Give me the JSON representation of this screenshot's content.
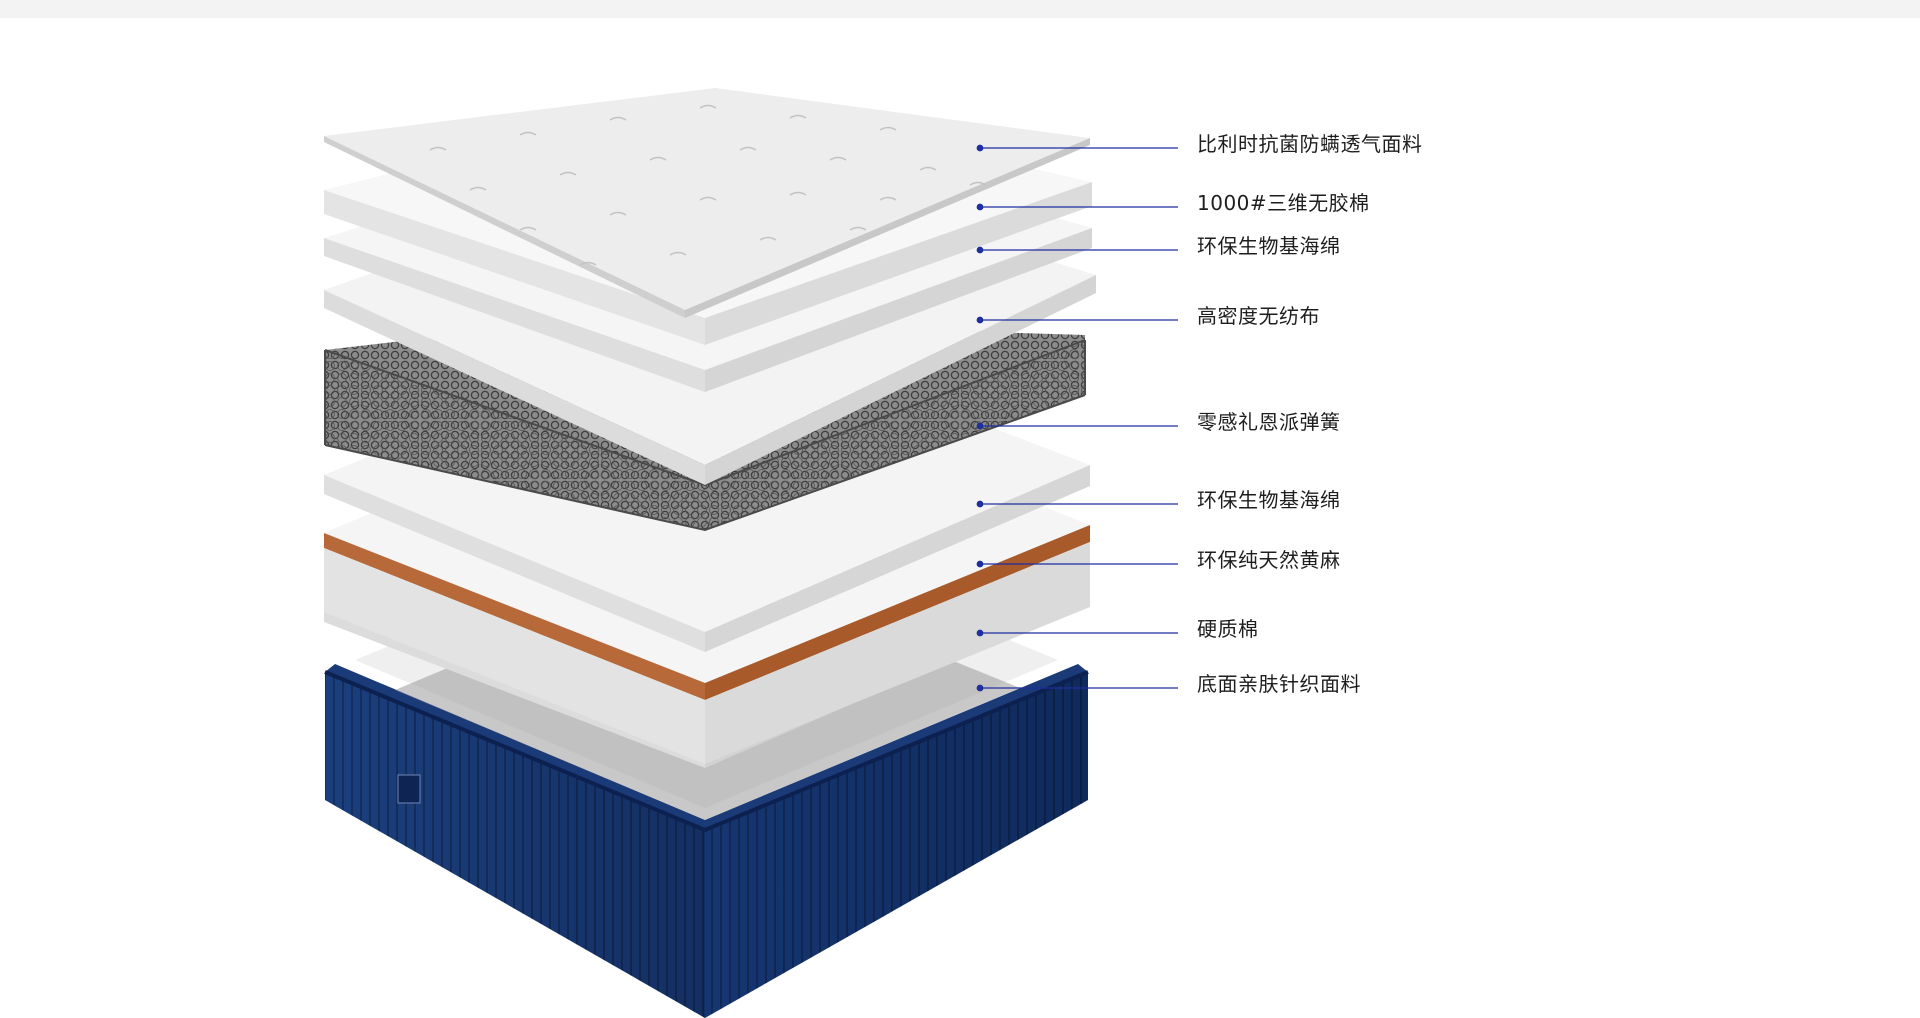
{
  "product": "mattress",
  "colors": {
    "page_background": "#ffffff",
    "top_strip": "#f3f3f3",
    "leader_line": "#1f2fa0",
    "label_text": "#1e1e1e",
    "foam_layer": "#f4f4f4",
    "jute_layer": "#b8693a",
    "spring_layer": "#6f6f6f",
    "base_fabric": "#17336b"
  },
  "layers": [
    {
      "label": "比利时抗菌防螨透气面料",
      "kind": "quilted-fabric"
    },
    {
      "label": "1000#三维无胶棉",
      "kind": "foam"
    },
    {
      "label": "环保生物基海绵",
      "kind": "foam"
    },
    {
      "label": "高密度无纺布",
      "kind": "foam"
    },
    {
      "label": "零感礼恩派弹簧",
      "kind": "spring-unit"
    },
    {
      "label": "环保生物基海绵",
      "kind": "foam"
    },
    {
      "label": "环保纯天然黄麻",
      "kind": "jute"
    },
    {
      "label": "硬质棉",
      "kind": "foam"
    },
    {
      "label": "底面亲肤针织面料",
      "kind": "base-fabric"
    }
  ]
}
